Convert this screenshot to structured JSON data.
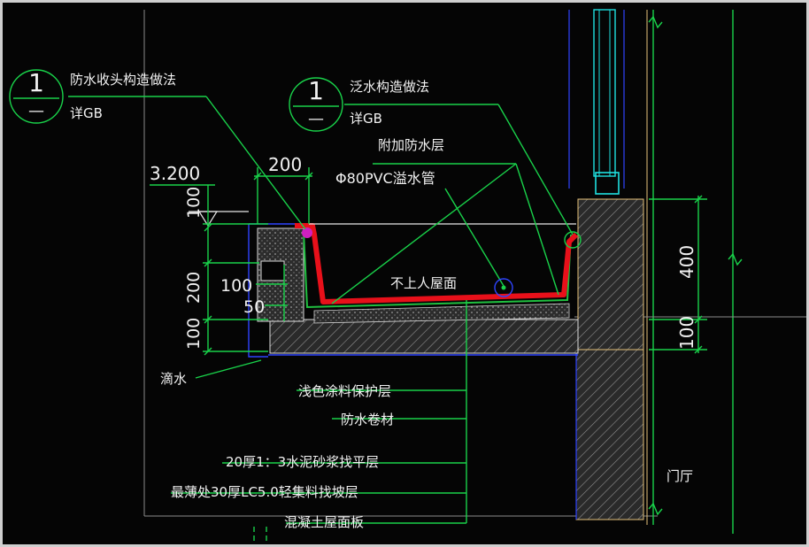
{
  "details": [
    {
      "number": "1",
      "title": "防水收头构造做法",
      "ref": "详GB"
    },
    {
      "number": "1",
      "title": "泛水构造做法",
      "ref": "详GB"
    }
  ],
  "labels": {
    "extra_waterproof": "附加防水层",
    "drain_pipe": "Φ80PVC溢水管",
    "roof": "不上人屋面",
    "drip": "滴水",
    "hall": "门厅"
  },
  "elevation": "3.200",
  "dimensions": {
    "top_width": "200",
    "left": [
      "100",
      "200",
      "100"
    ],
    "small_100": "100",
    "small_50": "50",
    "right_400": "400",
    "right_100": "100"
  },
  "layers": [
    "浅色涂料保护层",
    "防水卷材",
    "20厚1：3水泥砂浆找平层",
    "最薄处30厚LC5.0轻集料找坡层",
    "混凝土屋面板"
  ],
  "colors": {
    "background": "#050505",
    "leader": "#19d24a",
    "outline": "#2f44ff",
    "waterproof": "#e8101a",
    "concrete_hatch": "#9a9a9a"
  }
}
